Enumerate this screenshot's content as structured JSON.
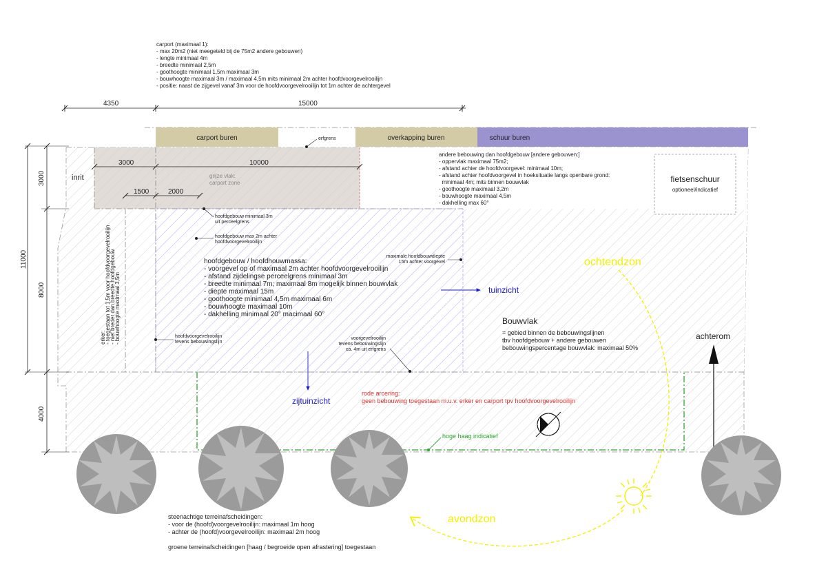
{
  "carport_rules": {
    "title": "carport (maximaal 1):",
    "lines": [
      "- max 20m2 (niet meegeteld bij de 75m2 andere gebouwen)",
      "- lengte minimaal 4m",
      "- breedte minimaal 2,5m",
      "- goothoogte minimaal 1,5m maximaal 3m",
      "- bouwhoogte maximaal 3m / maximaal 4,5m mits minimaal 2m achter hoofdvoorgevelrooilijn",
      "- positie: naast de zijgevel vanaf 3m voor de hoofdvoorgevelrooilijn tot 1m achter de achtergevel"
    ]
  },
  "dimensions": {
    "top_left": "4350",
    "top_right": "15000",
    "inner_3000": "3000",
    "inner_10000": "10000",
    "inner_1500": "1500",
    "inner_2000": "2000",
    "side_3000": "3000",
    "side_11000": "11000",
    "side_8000": "8000",
    "side_4000": "4000"
  },
  "neighbours": {
    "carport": "carport buren",
    "overkapping": "overkapping buren",
    "schuur": "schuur buren"
  },
  "colors": {
    "carport_bar": "#d3cba5",
    "schuur_bar": "#9b93d0",
    "carport_zone": "#e2dcd8",
    "main_hatch": "#8f8ff0",
    "green_hedge": "#2ea52e",
    "sun_yellow": "#f4f000",
    "blue_arrow": "#1a1acc",
    "red_text": "#e03030",
    "tree_gray": "#9b9b9b"
  },
  "labels": {
    "erfgrens": "erfgrens",
    "inrit": "inrit",
    "grijze_vlak": [
      "grijze vlak:",
      "carport zone"
    ],
    "hoofdgebouw_3m": [
      "hoofdgebouw minimaal 3m",
      "uit perceelgrens"
    ],
    "hoofdgebouw_2m": [
      "hoofdgebouw max 2m achter",
      "hoofdvoorgevelrooilijn"
    ],
    "max_diepte": [
      "maximale hoofdbouwdiepte",
      "15m achter voorgevel"
    ],
    "hoofdvoorgevelrooilijn": [
      "hoofdvoorgevelrooilijn",
      "tevens bebouwingslijn"
    ],
    "voorgevelrooilijn": [
      "voorgevelrooilijn",
      "tevens bebouwingslijn",
      "ca. 4m uit erfgrens"
    ],
    "hoge_haag": "hoge haag indicatief",
    "tuinzicht": "tuinzicht",
    "zijtuinzicht": "zijtuinzicht",
    "achterom": "achterom",
    "ochtendzon": "ochtendzon",
    "avondzon": "avondzon"
  },
  "erker": [
    "erker:",
    "- toegestaan tot 1,5m voor hoofdvoorgevelrooilijn",
    "- niet breder dan breedte hoofdgebouw",
    "- bouwhoogte maximaal 3,5m"
  ],
  "andere_gebouwen": [
    "andere bebouwing dan hoofdgebouw [andere gebouwen:]",
    "- oppervlak maximaal 75m2;",
    "- afstand achter de hoofdvoorgevel: minimaal 10m;",
    "- afstand achter hoofdvoorgevel in hoeksituatie langs openbare grond:",
    "  minimaal 4m; mits binnen bouwvlak",
    "- goothoogte maximaal 3,2m",
    "- bouwhoogte maximaal 4,5m",
    "- dakhelling max 60°"
  ],
  "fietsenschuur": {
    "title": "fietsenschuur",
    "subtitle": "optioneel/indicatief"
  },
  "hoofdgebouw": [
    "hoofdgebouw / hoofdhouwmassa:",
    "- voorgevel op of maximaal 2m achter hoofdvoorgevelrooilijn",
    "- afstand zijdelingse perceelgrens minimaal 3m",
    "- breedte minimaal 7m; maximaal 8m mogelijk binnen bouwvlak",
    "- diepte maximaal 15m",
    "- goothoogte minimaal 4,5m maximaal 6m",
    "- bouwhoogte maximaal 10m",
    "- dakhelling minimaal 20° macimaal 60°"
  ],
  "bouwvlak": {
    "title": "Bouwvlak",
    "lines": [
      "= gebied binnen de bebouwingslijnen",
      "tbv hoofdgebouw + andere gebouwen",
      "bebouwingspercentage bouwvlak: maximaal 50%"
    ]
  },
  "rode_arcering": {
    "title": "rode arcering:",
    "text": "geen bebouwing toegestaan m.u.v. erker en carport tpv hoofdvoorgevelrooilijn"
  },
  "terrein": {
    "lines": [
      "steenachtige terreinafscheidingen:",
      "- voor de (hoofd)voorgevelrooilijn: maximaal 1m hoog",
      "- achter de (hoofd)voorgevelrooilijn: maximaal 2m hoog"
    ],
    "groen": "groene terreinafscheidingen [haag / begroeide open afrastering] toegestaan"
  }
}
